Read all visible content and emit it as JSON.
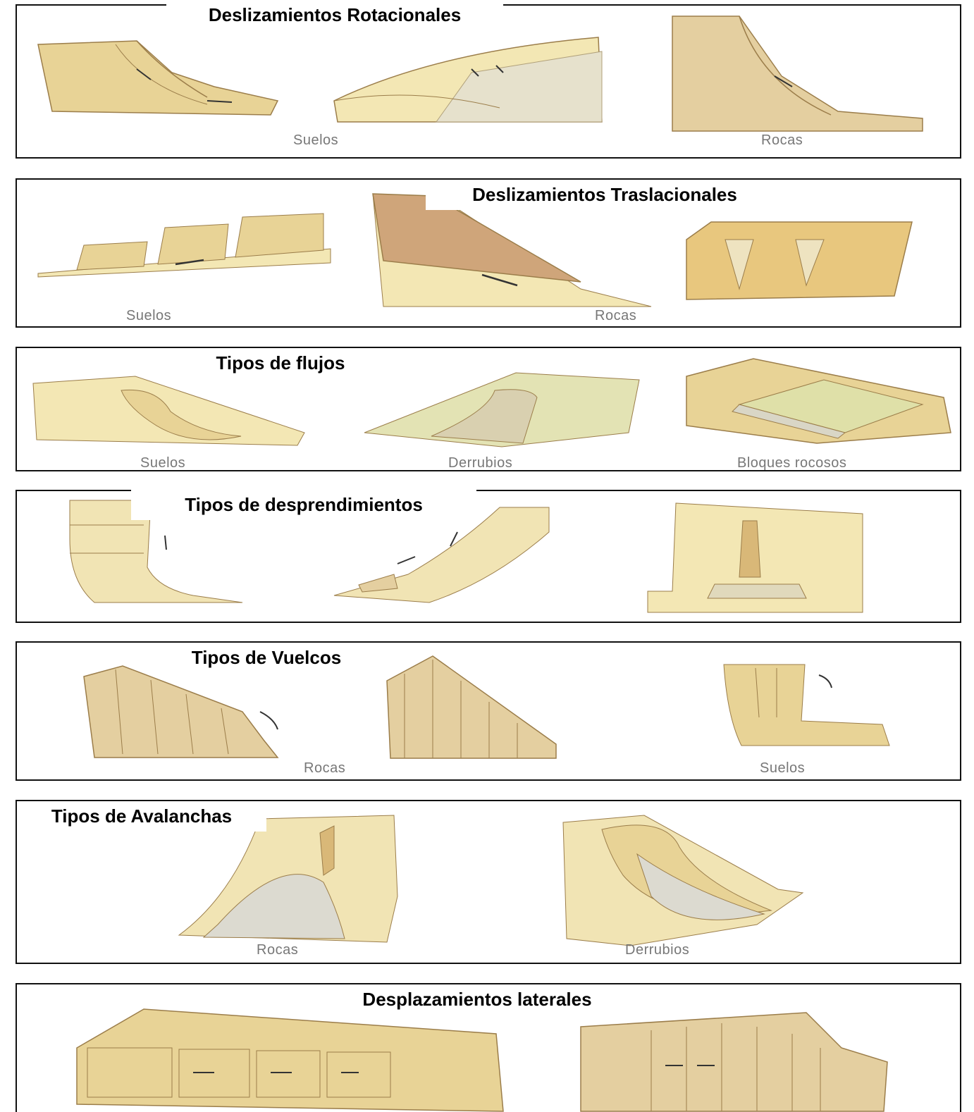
{
  "panels": [
    {
      "title": "Deslizamientos Rotacionales",
      "captions": [
        "Suelos",
        "Rocas"
      ]
    },
    {
      "title": "Deslizamientos Traslacionales",
      "captions": [
        "Suelos",
        "Rocas"
      ]
    },
    {
      "title": "Tipos de flujos",
      "captions": [
        "Suelos",
        "Derrubios",
        "Bloques rocosos"
      ]
    },
    {
      "title": "Tipos de desprendimientos",
      "captions": []
    },
    {
      "title": "Tipos de Vuelcos",
      "captions": [
        "Rocas",
        "Suelos"
      ]
    },
    {
      "title": "Tipos de Avalanchas",
      "captions": [
        "Rocas",
        "Derrubios"
      ]
    },
    {
      "title": "Desplazamientos laterales",
      "captions": []
    }
  ],
  "colors": {
    "soil_light": "#f3e7b4",
    "soil": "#e8d396",
    "soil_dark": "#d9b878",
    "rock": "#cfa57a",
    "debris": "#d9d6c6",
    "outline": "#9b7d4a"
  }
}
